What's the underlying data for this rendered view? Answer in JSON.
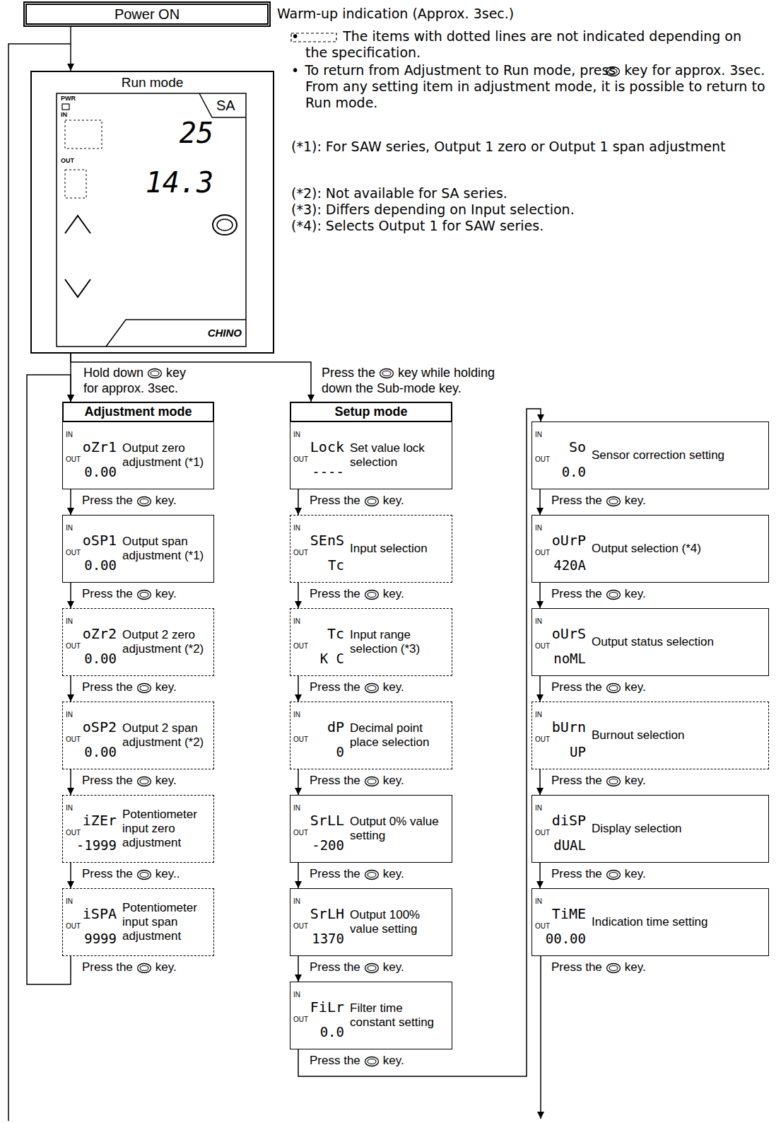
{
  "diagram": {
    "nodes": [
      {
        "text": [
          "Power ON"
        ]
      },
      {
        "text": [
          "Run mode"
        ]
      },
      {
        "text": [
          "Adjustment mode"
        ]
      },
      {
        "text": [
          "IN",
          "oZr1",
          "OUT",
          "0.00",
          "Output zero adjustment (*1)"
        ]
      },
      {
        "text": [
          "IN",
          "oSP1",
          "OUT",
          "0.00",
          "Output span adjustment (*1)"
        ]
      },
      {
        "text": [
          "IN",
          "oZr2",
          "OUT",
          "0.00",
          "Output 2 zero adjustment (*2)"
        ]
      },
      {
        "text": [
          "IN",
          "oSP2",
          "OUT",
          "0.00",
          "Output 2 span adjustment (*2)"
        ]
      },
      {
        "text": [
          "IN",
          "iZEr",
          "OUT",
          "-1999",
          "Potentiometer input zero adjustment"
        ]
      },
      {
        "text": [
          "IN",
          "iSPA",
          "OUT",
          "9999",
          "Potentiometer input span adjustment"
        ]
      },
      {
        "text": [
          "Setup mode"
        ]
      },
      {
        "text": [
          "IN",
          "Lock",
          "OUT",
          "----",
          "Set value lock selection"
        ]
      },
      {
        "text": [
          "IN",
          "SEnS",
          "OUT",
          "Tc",
          "Input selection"
        ]
      },
      {
        "text": [
          "IN",
          "Tc",
          "OUT",
          "K C",
          "Input range selection (*3)"
        ]
      },
      {
        "text": [
          "IN",
          "dP",
          "OUT",
          "0",
          "Decimal point place selection"
        ]
      },
      {
        "text": [
          "IN",
          "SrLL",
          "OUT",
          "-200",
          "Output 0% value setting"
        ]
      },
      {
        "text": [
          "IN",
          "SrLH",
          "OUT",
          "1370",
          "Output 100% value setting"
        ]
      },
      {
        "text": [
          "IN",
          "FiLr",
          "OUT",
          "0.0",
          "Filter time constant setting"
        ]
      },
      {
        "text": [
          "IN",
          "So",
          "OUT",
          "0.0",
          "Sensor correction setting"
        ]
      },
      {
        "text": [
          "IN",
          "oUrP",
          "OUT",
          "420A",
          "Output selection (*4)"
        ]
      },
      {
        "text": [
          "IN",
          "oUrS",
          "OUT",
          "noML",
          "Output status selection"
        ]
      },
      {
        "text": [
          "IN",
          "bUrn",
          "OUT",
          "UP",
          "Burnout selection"
        ]
      },
      {
        "text": [
          "IN",
          "diSP",
          "OUT",
          "dUAL",
          "Display selection"
        ]
      },
      {
        "text": [
          "IN",
          "TiME",
          "OUT",
          "00.00",
          "Indication time setting"
        ]
      }
    ],
    "edges": [
      {
        "from": 0,
        "to": 1,
        "arrow": "to"
      },
      {
        "from": 1,
        "to": 2,
        "arrow": "to"
      },
      {
        "from": 1,
        "to": 9,
        "arrow": "to"
      },
      {
        "from": 3,
        "to": 4,
        "arrow": "to"
      },
      {
        "from": 4,
        "to": 5,
        "arrow": "to"
      },
      {
        "from": 5,
        "to": 6,
        "arrow": "to"
      },
      {
        "from": 6,
        "to": 7,
        "arrow": "to"
      },
      {
        "from": 7,
        "to": 8,
        "arrow": "to"
      },
      {
        "from": 8,
        "to": 2,
        "arrow": "to"
      },
      {
        "from": 10,
        "to": 11,
        "arrow": "to"
      },
      {
        "from": 11,
        "to": 12,
        "arrow": "to"
      },
      {
        "from": 12,
        "to": 13,
        "arrow": "to"
      },
      {
        "from": 13,
        "to": 14,
        "arrow": "to"
      },
      {
        "from": 14,
        "to": 15,
        "arrow": "to"
      },
      {
        "from": 15,
        "to": 16,
        "arrow": "to"
      },
      {
        "from": 16,
        "to": 17,
        "arrow": "to"
      },
      {
        "from": 17,
        "to": 18,
        "arrow": "to"
      },
      {
        "from": 18,
        "to": 19,
        "arrow": "to"
      },
      {
        "from": 19,
        "to": 20,
        "arrow": "to"
      },
      {
        "from": 20,
        "to": 21,
        "arrow": "to"
      },
      {
        "from": 21,
        "to": 22,
        "arrow": "to"
      }
    ],
    "labels": [
      "Warm-up indication (Approx. 3sec.)",
      "PWR",
      "IN",
      "SA",
      "25",
      "OUT",
      "14.3",
      "CHINO",
      "•",
      "The items with dotted lines are not indicated depending on the specification.",
      "•",
      "To return from Adjustment to Run mode, press",
      "key for approx. 3sec. From any setting item in adjustment mode, it is possible to return to Run mode.",
      "(*1): For SAW series, Output 1 zero or Output 1 span adjustment",
      "(*2): Not available for SA series.",
      "(*3): Differs depending on Input selection.",
      "(*4): Selects Output 1 for SAW series.",
      "Hold down",
      "key for approx. 3sec.",
      "Press the",
      "key while holding down the Sub-mode key.",
      "Press the",
      "key.",
      "Press the",
      "key.",
      "Press the",
      "key.",
      "Press the",
      "key.",
      "Press the",
      "key..",
      "Press the",
      "key.",
      "Press the",
      "key.",
      "Press the",
      "key.",
      "Press the",
      "key.",
      "Press the",
      "key.",
      "Press the",
      "key.",
      "Press the",
      "key.",
      "Press the",
      "key.",
      "Press the",
      "key.",
      "Press the",
      "key.",
      "Press the",
      "key.",
      "Press the",
      "key.",
      "Press the",
      "key.",
      "Press the",
      "key."
    ]
  }
}
